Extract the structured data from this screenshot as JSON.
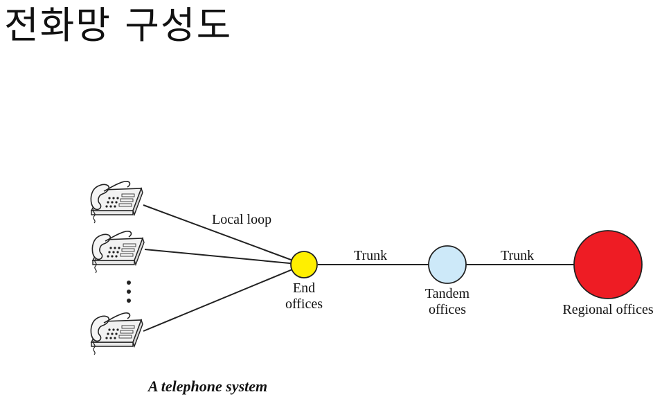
{
  "title": "전화망 구성도",
  "diagram": {
    "edge_labels": {
      "local_loop": "Local loop",
      "trunk_1": "Trunk",
      "trunk_2": "Trunk"
    },
    "nodes": {
      "end_office": {
        "line1": "End",
        "line2": "offices",
        "color": "#FFEF00"
      },
      "tandem_office": {
        "line1": "Tandem",
        "line2": "offices",
        "color": "#CDE9F9"
      },
      "regional_office": {
        "label": "Regional offices",
        "color": "#EE1C24"
      }
    },
    "telephones": [
      "telephone-icon",
      "telephone-icon",
      "telephone-icon"
    ],
    "ellipsis": "vertical-ellipsis-icon",
    "caption": "A telephone system"
  }
}
